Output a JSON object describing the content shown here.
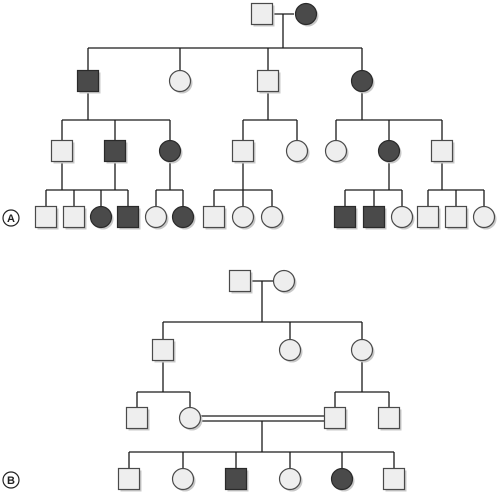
{
  "panels": {
    "a": {
      "label": "A"
    },
    "b": {
      "label": "B"
    }
  },
  "legend": {
    "affected_color": "#4a4a4a",
    "unaffected_color": "#eeeeee"
  },
  "pedigree_a": {
    "generation_1": [
      {
        "id": "a-i-1",
        "sex": "male",
        "affected": false
      },
      {
        "id": "a-i-2",
        "sex": "female",
        "affected": true
      }
    ],
    "generation_2": [
      {
        "id": "a-ii-1",
        "sex": "male",
        "affected": true
      },
      {
        "id": "a-ii-2",
        "sex": "female",
        "affected": false
      },
      {
        "id": "a-ii-3",
        "sex": "male",
        "affected": false
      },
      {
        "id": "a-ii-4",
        "sex": "female",
        "affected": true
      }
    ],
    "generation_3": [
      {
        "id": "a-iii-1",
        "sex": "male",
        "affected": false,
        "parent": "a-ii-1"
      },
      {
        "id": "a-iii-2",
        "sex": "male",
        "affected": true,
        "parent": "a-ii-1"
      },
      {
        "id": "a-iii-3",
        "sex": "female",
        "affected": true,
        "parent": "a-ii-1"
      },
      {
        "id": "a-iii-4",
        "sex": "male",
        "affected": false,
        "parent": "a-ii-3"
      },
      {
        "id": "a-iii-5",
        "sex": "female",
        "affected": false,
        "parent": "a-ii-3"
      },
      {
        "id": "a-iii-6",
        "sex": "female",
        "affected": false,
        "parent": "a-ii-4"
      },
      {
        "id": "a-iii-7",
        "sex": "female",
        "affected": true,
        "parent": "a-ii-4"
      },
      {
        "id": "a-iii-8",
        "sex": "male",
        "affected": false,
        "parent": "a-ii-4"
      }
    ],
    "generation_4": [
      {
        "id": "a-iv-1",
        "sex": "male",
        "affected": false,
        "parent": "a-iii-1"
      },
      {
        "id": "a-iv-2",
        "sex": "male",
        "affected": false,
        "parent": "a-iii-1"
      },
      {
        "id": "a-iv-3",
        "sex": "female",
        "affected": true,
        "parent": "a-iii-1"
      },
      {
        "id": "a-iv-4",
        "sex": "male",
        "affected": true,
        "parent": "a-iii-2"
      },
      {
        "id": "a-iv-5",
        "sex": "female",
        "affected": false,
        "parent": "a-iii-3"
      },
      {
        "id": "a-iv-6",
        "sex": "female",
        "affected": true,
        "parent": "a-iii-3"
      },
      {
        "id": "a-iv-7",
        "sex": "male",
        "affected": false,
        "parent": "a-iii-4"
      },
      {
        "id": "a-iv-8",
        "sex": "female",
        "affected": false,
        "parent": "a-iii-4"
      },
      {
        "id": "a-iv-9",
        "sex": "female",
        "affected": false,
        "parent": "a-iii-4"
      },
      {
        "id": "a-iv-10",
        "sex": "male",
        "affected": true,
        "parent": "a-iii-7"
      },
      {
        "id": "a-iv-11",
        "sex": "male",
        "affected": true,
        "parent": "a-iii-7"
      },
      {
        "id": "a-iv-12",
        "sex": "female",
        "affected": false,
        "parent": "a-iii-7"
      },
      {
        "id": "a-iv-13",
        "sex": "male",
        "affected": false,
        "parent": "a-iii-8"
      },
      {
        "id": "a-iv-14",
        "sex": "male",
        "affected": false,
        "parent": "a-iii-8"
      },
      {
        "id": "a-iv-15",
        "sex": "female",
        "affected": false,
        "parent": "a-iii-8"
      }
    ]
  },
  "pedigree_b": {
    "generation_1": [
      {
        "id": "b-i-1",
        "sex": "male",
        "affected": false
      },
      {
        "id": "b-i-2",
        "sex": "female",
        "affected": false
      }
    ],
    "generation_2": [
      {
        "id": "b-ii-1",
        "sex": "male",
        "affected": false
      },
      {
        "id": "b-ii-2",
        "sex": "female",
        "affected": false
      },
      {
        "id": "b-ii-3",
        "sex": "female",
        "affected": false
      }
    ],
    "generation_3": [
      {
        "id": "b-iii-1",
        "sex": "male",
        "affected": false,
        "parent": "b-ii-1"
      },
      {
        "id": "b-iii-2",
        "sex": "female",
        "affected": false,
        "parent": "b-ii-1"
      },
      {
        "id": "b-iii-3",
        "sex": "male",
        "affected": false,
        "parent": "b-ii-3"
      },
      {
        "id": "b-iii-4",
        "sex": "male",
        "affected": false,
        "parent": "b-ii-3"
      }
    ],
    "consanguineous_union": [
      "b-iii-2",
      "b-iii-3"
    ],
    "generation_4": [
      {
        "id": "b-iv-1",
        "sex": "male",
        "affected": false
      },
      {
        "id": "b-iv-2",
        "sex": "female",
        "affected": false
      },
      {
        "id": "b-iv-3",
        "sex": "male",
        "affected": true
      },
      {
        "id": "b-iv-4",
        "sex": "female",
        "affected": false
      },
      {
        "id": "b-iv-5",
        "sex": "female",
        "affected": true
      },
      {
        "id": "b-iv-6",
        "sex": "male",
        "affected": false
      }
    ]
  }
}
